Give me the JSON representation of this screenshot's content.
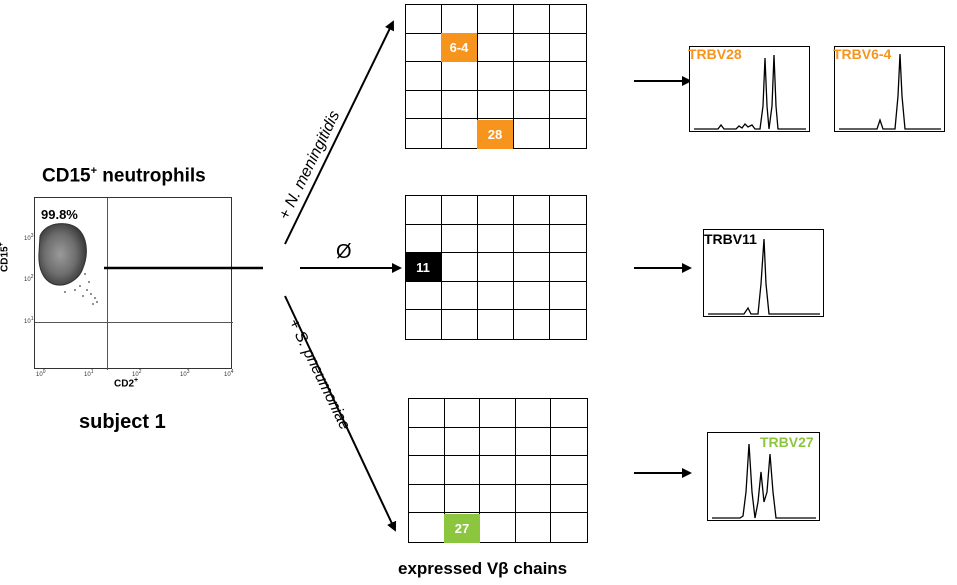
{
  "flow": {
    "title_main": "CD15",
    "title_sup": "+",
    "title_rest": " neutrophils",
    "gate_percent": "99.8%",
    "y_axis_main": "CD15",
    "y_axis_sup": "+",
    "x_axis_main": "CD2",
    "x_axis_sup": "+",
    "x_ticks": [
      "10",
      "10",
      "10",
      "10",
      "10"
    ],
    "x_exp": [
      "0",
      "1",
      "2",
      "3",
      "4"
    ],
    "y_ticks": [
      "10",
      "10",
      "10"
    ],
    "y_exp": [
      "1",
      "2",
      "3"
    ],
    "subject": "subject 1"
  },
  "conditions": {
    "top": "+ N. meningitidis",
    "middle": "Ø",
    "bottom": "+ S. pneumoniae"
  },
  "grids": {
    "top": {
      "marks": [
        {
          "label": "6-4",
          "color": "#f7941d"
        },
        {
          "label": "28",
          "color": "#f7941d"
        }
      ]
    },
    "middle": {
      "marks": [
        {
          "label": "11",
          "color": "#000000"
        }
      ]
    },
    "bottom": {
      "marks": [
        {
          "label": "27",
          "color": "#8cc63f"
        }
      ]
    },
    "caption": "expressed Vβ chains"
  },
  "spectra": {
    "trbv28": {
      "label": "TRBV28",
      "color": "#f7941d"
    },
    "trbv64": {
      "label": "TRBV6-4",
      "color": "#f7941d"
    },
    "trbv11": {
      "label": "TRBV11",
      "color": "#000000"
    },
    "trbv27": {
      "label": "TRBV27",
      "color": "#8cc63f"
    }
  }
}
